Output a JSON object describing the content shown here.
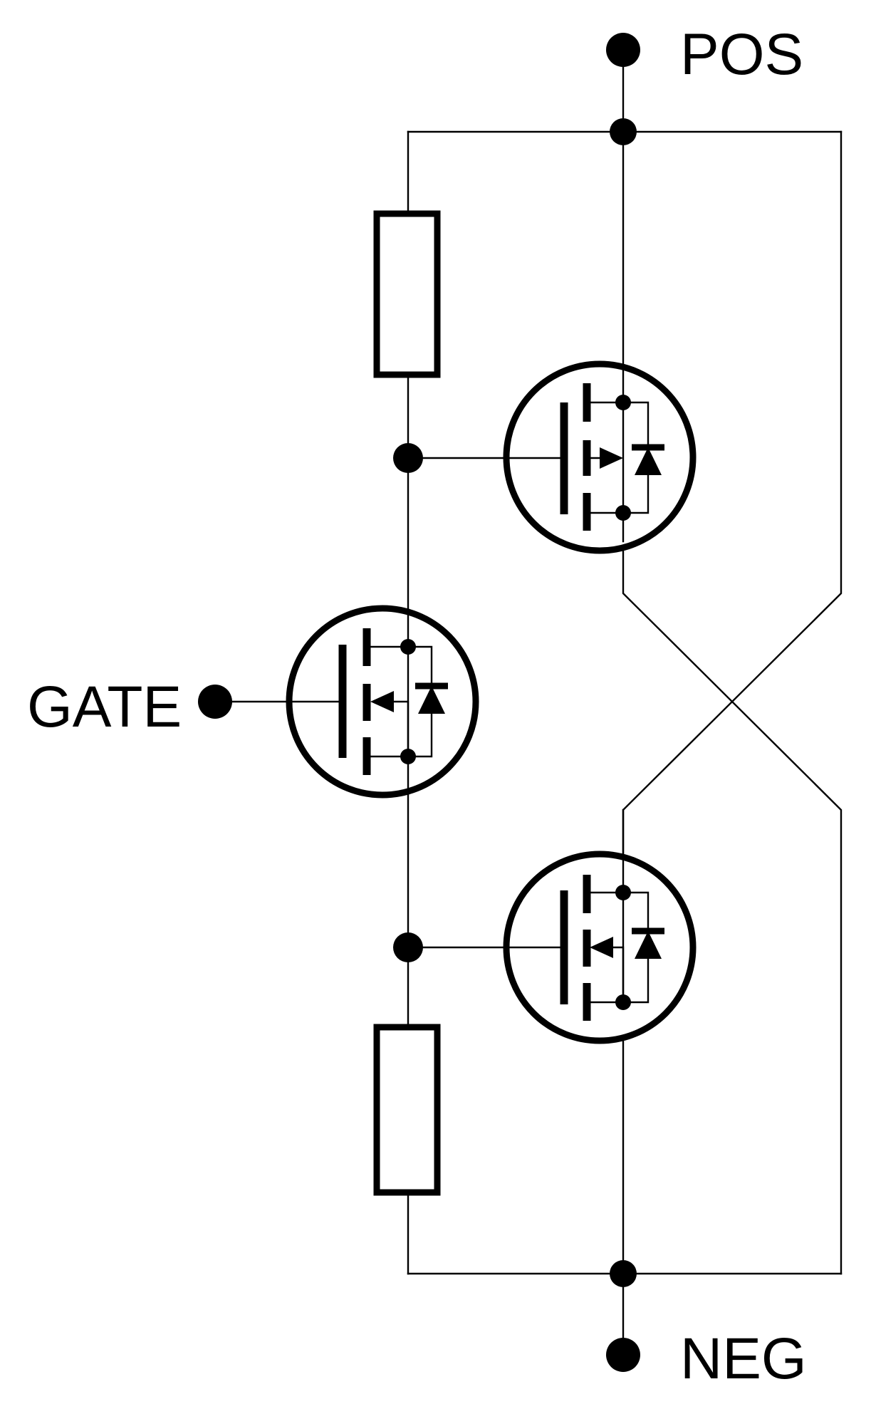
{
  "diagram": {
    "terminals": {
      "pos": "POS",
      "neg": "NEG",
      "gate": "GATE"
    },
    "colors": {
      "ink": "#000000",
      "background": "#ffffff"
    }
  }
}
